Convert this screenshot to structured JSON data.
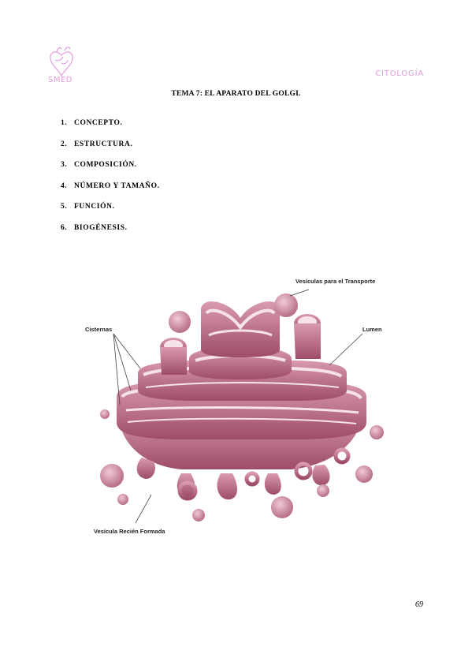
{
  "header": {
    "logo_text": "SMED",
    "section": "CITOLOGÍA"
  },
  "title": "TEMA 7: EL APARATO DEL GOLGI.",
  "toc": [
    {
      "num": "1.",
      "label": "CONCEPTO."
    },
    {
      "num": "2.",
      "label": "ESTRUCTURA."
    },
    {
      "num": "3.",
      "label": "COMPOSICIÓN."
    },
    {
      "num": "4.",
      "label": "NÚMERO Y TAMAÑO."
    },
    {
      "num": "5.",
      "label": "FUNCIÓN."
    },
    {
      "num": "6.",
      "label": "BIOGÉNESIS."
    }
  ],
  "figure": {
    "labels": {
      "transport_vesicles": "Vesículas para el Transporte",
      "cisternae": "Cisternas",
      "lumen": "Lumen",
      "new_vesicle": "Vesícula Recién Formada"
    },
    "colors": {
      "membrane": "#c27a93",
      "inner": "#f3dce4",
      "dark": "#8e3f5b"
    }
  },
  "page_number": "69"
}
